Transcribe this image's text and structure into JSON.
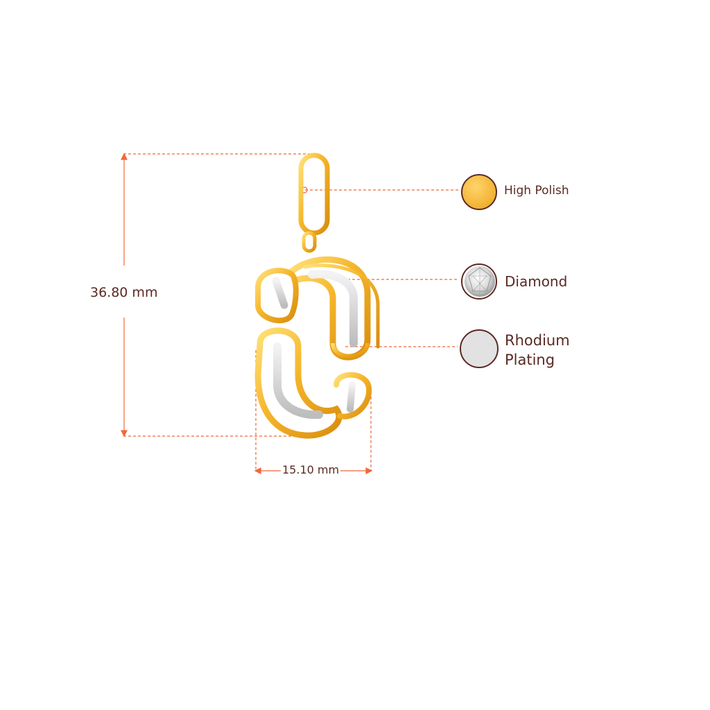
{
  "dimensions": {
    "height": "36.80 mm",
    "width": "15.10 mm"
  },
  "materials": [
    {
      "label": "High Polish",
      "icon": "gold-swatch-icon"
    },
    {
      "label": "Diamond",
      "icon": "diamond-swatch-icon"
    },
    {
      "label": "Rhodium Plating",
      "line1": "Rhodium",
      "line2": "Plating",
      "icon": "rhodium-swatch-icon"
    }
  ],
  "colors": {
    "dimension_line": "#f0683a",
    "text": "#5a2a22",
    "gold": "#f2b233",
    "rhodium": "#e2e2e2"
  }
}
